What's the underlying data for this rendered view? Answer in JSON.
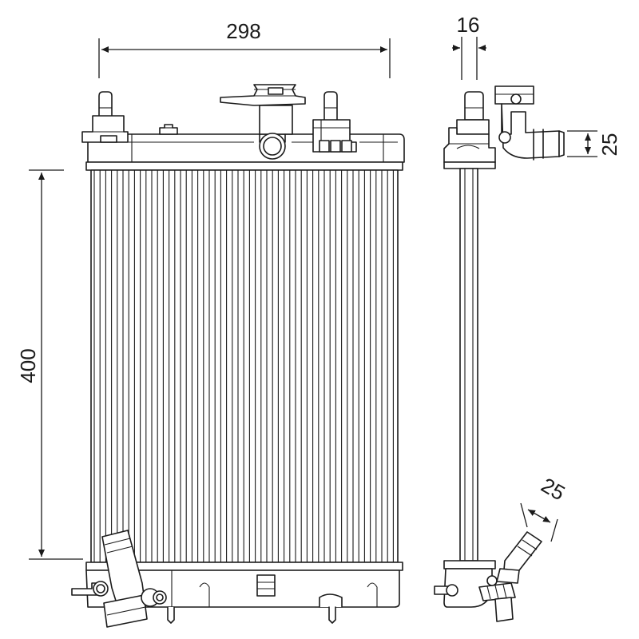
{
  "dimensions": {
    "width": "298",
    "height": "400",
    "depth": "16",
    "upper_pipe": "25",
    "lower_pipe": "25"
  },
  "colors": {
    "line": "#1a1a1a",
    "background": "#ffffff"
  }
}
